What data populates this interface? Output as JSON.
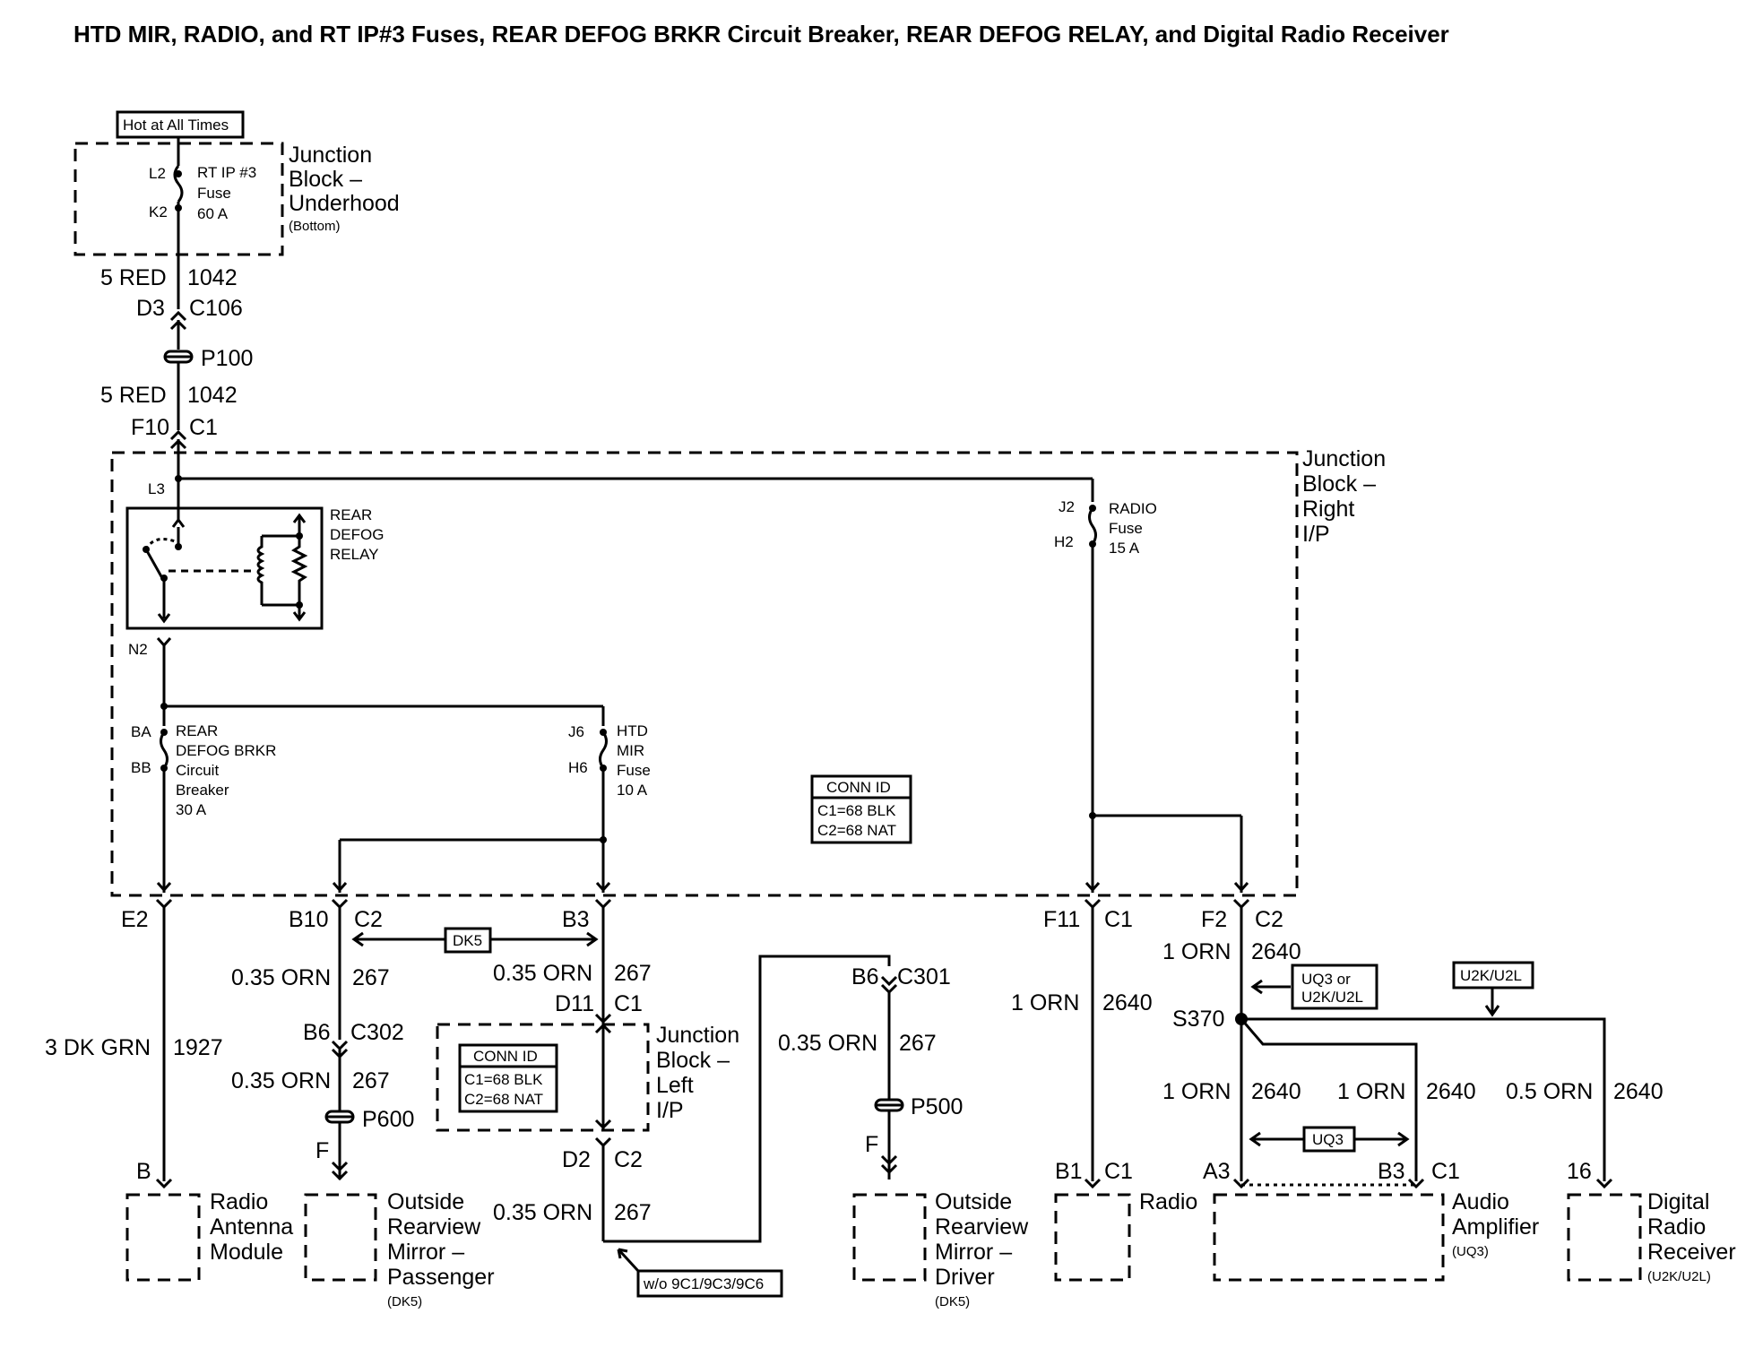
{
  "title": "HTD MIR, RADIO, and RT IP#3 Fuses, REAR DEFOG BRKR Circuit Breaker, REAR DEFOG RELAY, and Digital Radio Receiver",
  "hot_label": "Hot at All Times",
  "jb_underhood": {
    "name": [
      "Junction",
      "Block –",
      "Underhood"
    ],
    "sub": "(Bottom)",
    "fuse": [
      "RT IP #3",
      "Fuse",
      "60 A"
    ],
    "pin_in": "L2",
    "pin_out": "K2"
  },
  "main_feed": {
    "gauge1": "5 RED",
    "circuit1": "1042",
    "conn1_pin": "D3",
    "conn1": "C106",
    "splice": "P100",
    "gauge2": "5 RED",
    "circuit2": "1042",
    "conn2_pin": "F10",
    "conn2": "C1"
  },
  "jb_right": {
    "name": [
      "Junction",
      "Block –",
      "Right",
      "I/P"
    ],
    "l3": "L3",
    "relay": [
      "REAR",
      "DEFOG",
      "RELAY"
    ],
    "n2": "N2",
    "breaker": [
      "REAR",
      "DEFOG  BRKR",
      "Circuit",
      "Breaker",
      "30 A"
    ],
    "breaker_pins": [
      "BA",
      "BB"
    ],
    "htd_fuse": [
      "HTD",
      "MIR",
      "Fuse",
      "10 A"
    ],
    "htd_pins": [
      "J6",
      "H6"
    ],
    "radio_fuse": [
      "RADIO",
      "Fuse",
      "15 A"
    ],
    "radio_pins": [
      "J2",
      "H2"
    ],
    "conn_id": {
      "title": "CONN ID",
      "c1": "C1=68 BLK",
      "c2": "C2=68 NAT"
    }
  },
  "bottom_conns": {
    "e2": "E2",
    "b10": "B10",
    "c2a": "C2",
    "dk5": "DK5",
    "b3": "B3",
    "f11": "F11",
    "c1a": "C1",
    "f2": "F2",
    "c2b": "C2"
  },
  "antenna": {
    "gauge": "3 DK GRN",
    "circuit": "1927",
    "pin": "B",
    "name": [
      "Radio",
      "Antenna",
      "Module"
    ]
  },
  "pass_mirror": {
    "gauge1": "0.35 ORN",
    "circuit1": "267",
    "pin": "B6",
    "conn": "C302",
    "gauge2": "0.35 ORN",
    "circuit2": "267",
    "splice": "P600",
    "end_pin": "F",
    "name": [
      "Outside",
      "Rearview",
      "Mirror –",
      "Passenger"
    ],
    "option": "(DK5)"
  },
  "jb_left": {
    "gauge": "0.35 ORN",
    "circuit": "267",
    "pin_in": "D11",
    "conn_in": "C1",
    "name": [
      "Junction",
      "Block –",
      "Left",
      "I/P"
    ],
    "conn_id": {
      "title": "CONN ID",
      "c1": "C1=68 BLK",
      "c2": "C2=68 NAT"
    },
    "pin_out": "D2",
    "conn_out": "C2",
    "gauge_out": "0.35 ORN",
    "circuit_out": "267",
    "option": "w/o 9C1/9C3/9C6"
  },
  "driver_mirror": {
    "pin": "B6",
    "conn": "C301",
    "gauge": "0.35 ORN",
    "circuit": "267",
    "splice": "P500",
    "end_pin": "F",
    "name": [
      "Outside",
      "Rearview",
      "Mirror –",
      "Driver"
    ],
    "option": "(DK5)"
  },
  "radio": {
    "gauge": "1 ORN",
    "circuit": "2640",
    "pin": "B1",
    "conn": "C1",
    "name": "Radio"
  },
  "audio": {
    "gauge_top": "1 ORN",
    "circuit_top": "2640",
    "option1": [
      "UQ3 or",
      "U2K/U2L"
    ],
    "option2": "U2K/U2L",
    "splice": "S370",
    "gauge_a": "1 ORN",
    "circuit_a": "2640",
    "gauge_b": "1 ORN",
    "circuit_b": "2640",
    "gauge_c": "0.5 ORN",
    "circuit_c": "2640",
    "uq3": "UQ3",
    "pin_a3": "A3",
    "pin_b3": "B3",
    "conn": "C1",
    "pin_16": "16",
    "amp_name": [
      "Audio",
      "Amplifier"
    ],
    "amp_option": "(UQ3)",
    "drr_name": [
      "Digital",
      "Radio",
      "Receiver"
    ],
    "drr_option": "(U2K/U2L)"
  }
}
